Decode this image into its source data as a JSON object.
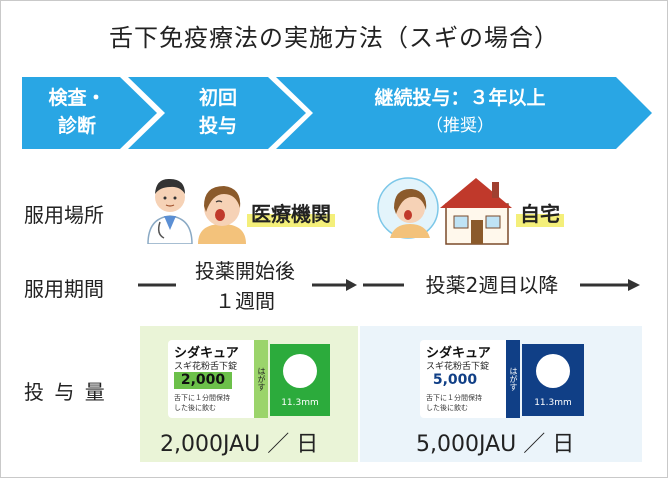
{
  "title": "舌下免疫療法の実施方法（スギの場合）",
  "steps": [
    {
      "line1": "検査・",
      "line2": "診断"
    },
    {
      "line1": "初回",
      "line2": "投与"
    },
    {
      "line1": "継続投与：３年以上",
      "line2": "（推奨）"
    }
  ],
  "colors": {
    "chevron": "#29a6e4",
    "panel_left": "#eaf4d7",
    "panel_right": "#ebf4fa",
    "highlight": "#f4ef7a",
    "tablet_green": "#2cab3c",
    "tablet_blue": "#103f86"
  },
  "location": {
    "label": "服用場所",
    "clinic": "医療機関",
    "home": "自宅"
  },
  "period": {
    "label": "服用期間",
    "initial_line1": "投薬開始後",
    "initial_line2": "１週間",
    "after": "投薬2週目以降"
  },
  "dose": {
    "label": "投 与 量",
    "left": {
      "brand": "シダキュア",
      "product": "スギ花粉舌下錠",
      "strength": "2,000",
      "note1": "舌下に１分間保持",
      "note2": "した後に飲む",
      "tab": "はがす",
      "size": "11.3mm",
      "amount": "2,000JAU ／ 日"
    },
    "right": {
      "brand": "シダキュア",
      "product": "スギ花粉舌下錠",
      "strength": "5,000",
      "note1": "舌下に１分間保持",
      "note2": "した後に飲む",
      "tab": "はがす",
      "size": "11.3mm",
      "amount": "5,000JAU ／ 日"
    }
  }
}
